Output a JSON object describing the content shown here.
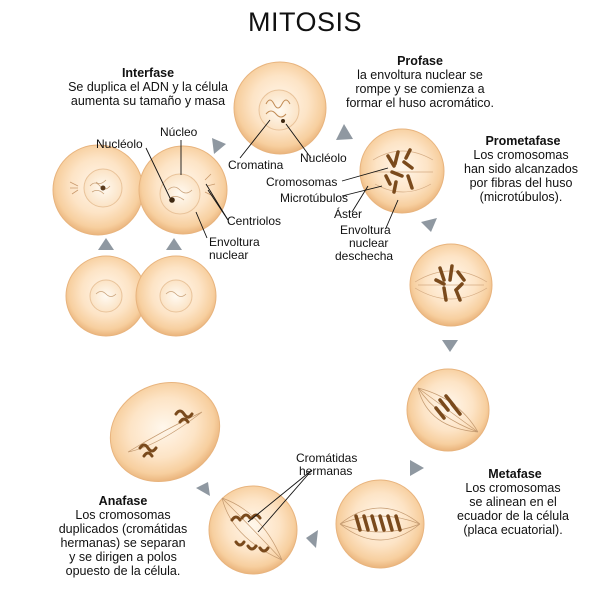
{
  "title": "MITOSIS",
  "phases": {
    "interfase": {
      "name": "Interfase",
      "desc": [
        "Se duplica el ADN y la célula",
        "aumenta su tamaño y masa"
      ]
    },
    "profase": {
      "name": "Profase",
      "desc": [
        "la envoltura nuclear se",
        "rompe y se comienza a",
        "formar el huso acromático."
      ]
    },
    "prometafase": {
      "name": "Prometafase",
      "desc": [
        "Los cromosomas",
        "han sido alcanzados",
        "por fibras del huso",
        "(microtúbulos)."
      ]
    },
    "metafase": {
      "name": "Metafase",
      "desc": [
        "Los cromosomas",
        "se alinean en el",
        "ecuador de la célula",
        "(placa ecuatorial)."
      ]
    },
    "anafase": {
      "name": "Anafase",
      "desc": [
        "Los cromosomas",
        "duplicados (cromátidas",
        "hermanas) se separan",
        "y se dirigen a polos",
        "opuesto de la célula."
      ]
    }
  },
  "labels": {
    "nucleolo_left": "Nucléolo",
    "nucleo": "Núcleo",
    "centriolos": "Centriolos",
    "envoltura_nuclear": [
      "Envoltura",
      "nuclear"
    ],
    "cromatina": "Cromatina",
    "nucleolo_right": "Nucléolo",
    "cromosomas": "Cromosomas",
    "microtubulos": "Microtúbulos",
    "aster": "Áster",
    "envoltura_deschecha": [
      "Envoltura",
      "nuclear",
      "deschecha"
    ],
    "cromatidas_hermanas": [
      "Cromátidas",
      "hermanas"
    ]
  },
  "colors": {
    "cell_outer": "#f3c28e",
    "cell_inner": "#fde8cf",
    "cell_center": "#fff6ea",
    "chromosome": "#7a4a1c",
    "arrow": "#8f98a1"
  }
}
